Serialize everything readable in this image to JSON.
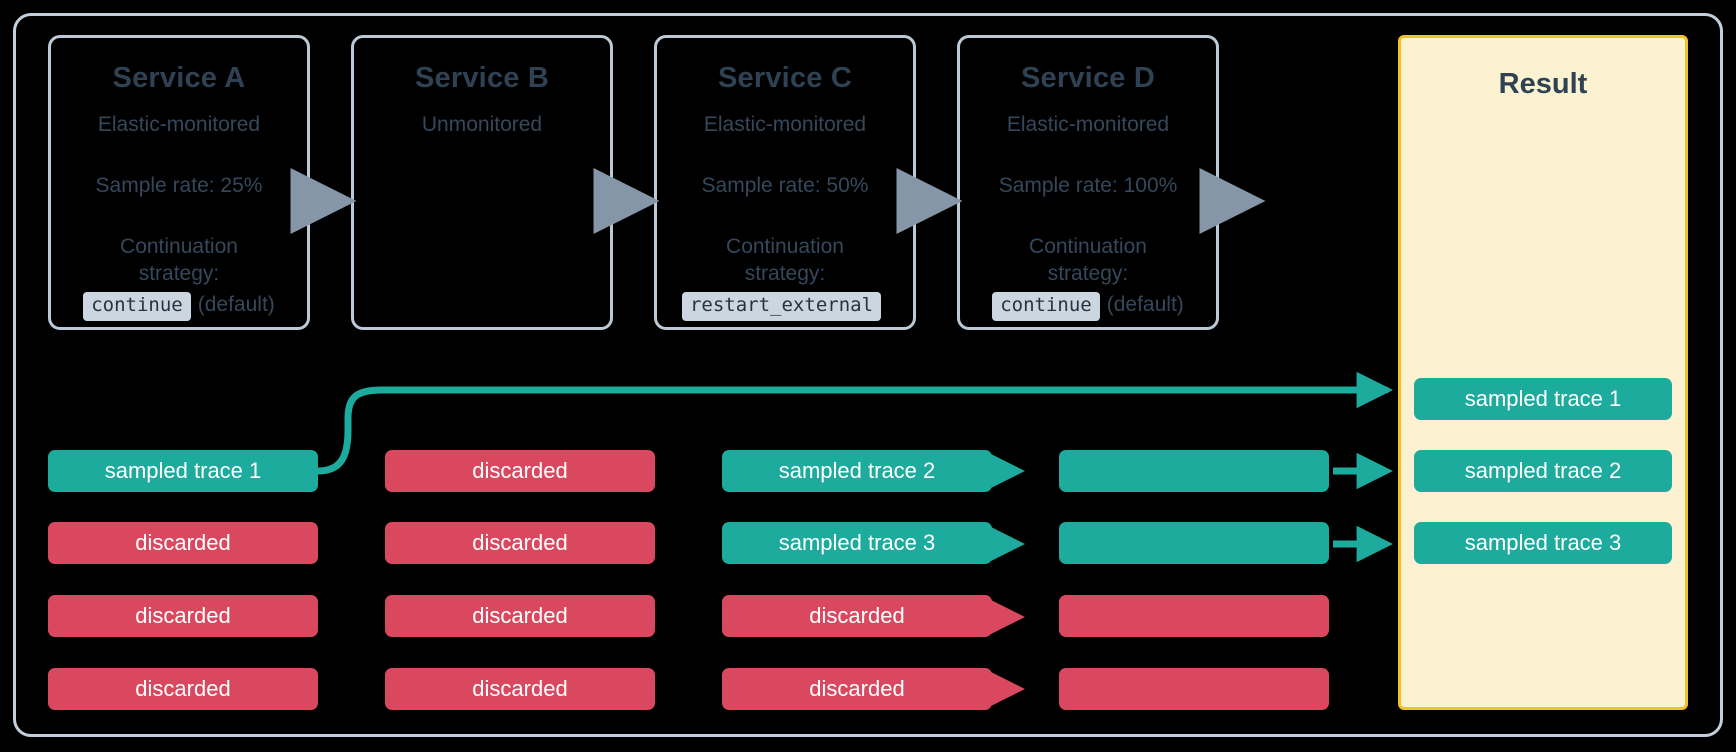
{
  "diagram": {
    "title_hidden": "",
    "colors": {
      "background": "#000000",
      "frame_border": "#c3cfdb",
      "card_border": "#bcc9d6",
      "text_dark": "#2f4254",
      "text_body": "#35485b",
      "sampled_teal": "#1cab9c",
      "discarded_red": "#d9485f",
      "result_bg": "#fcf1d0",
      "result_border": "#f5c128",
      "gray_arrow": "#8496a8",
      "code_badge_bg": "#ccd6e0"
    }
  },
  "services": [
    {
      "name": "Service A",
      "monitoring": "Elastic-monitored",
      "sample_rate": "Sample rate: 25%",
      "strategy_label_line1": "Continuation",
      "strategy_label_line2": "strategy:",
      "strategy_code": "continue",
      "strategy_note": "(default)"
    },
    {
      "name": "Service B",
      "monitoring": "Unmonitored",
      "sample_rate": "",
      "strategy_label_line1": "",
      "strategy_label_line2": "",
      "strategy_code": "",
      "strategy_note": ""
    },
    {
      "name": "Service C",
      "monitoring": "Elastic-monitored",
      "sample_rate": "Sample rate: 50%",
      "strategy_label_line1": "Continuation",
      "strategy_label_line2": "strategy:",
      "strategy_code": "restart_external",
      "strategy_note": ""
    },
    {
      "name": "Service D",
      "monitoring": "Elastic-monitored",
      "sample_rate": "Sample rate: 100%",
      "strategy_label_line1": "Continuation",
      "strategy_label_line2": "strategy:",
      "strategy_code": "continue",
      "strategy_note": "(default)"
    }
  ],
  "result": {
    "title": "Result",
    "traces": [
      {
        "label": "sampled trace 1",
        "status": "sampled"
      },
      {
        "label": "sampled trace 2",
        "status": "sampled"
      },
      {
        "label": "sampled trace 3",
        "status": "sampled"
      }
    ]
  },
  "columns": [
    {
      "service": "Service A",
      "rows": [
        {
          "label": "sampled trace 1",
          "status": "sampled"
        },
        {
          "label": "discarded",
          "status": "discarded"
        },
        {
          "label": "discarded",
          "status": "discarded"
        },
        {
          "label": "discarded",
          "status": "discarded"
        }
      ]
    },
    {
      "service": "Service B",
      "rows": [
        {
          "label": "discarded",
          "status": "discarded"
        },
        {
          "label": "discarded",
          "status": "discarded"
        },
        {
          "label": "discarded",
          "status": "discarded"
        },
        {
          "label": "discarded",
          "status": "discarded"
        }
      ]
    },
    {
      "service": "Service C",
      "rows": [
        {
          "label": "sampled trace 2",
          "status": "sampled"
        },
        {
          "label": "sampled trace 3",
          "status": "sampled"
        },
        {
          "label": "discarded",
          "status": "discarded"
        },
        {
          "label": "discarded",
          "status": "discarded"
        }
      ]
    },
    {
      "service": "Service D",
      "rows": [
        {
          "label": "",
          "status": "sampled"
        },
        {
          "label": "",
          "status": "sampled"
        },
        {
          "label": "",
          "status": "discarded"
        },
        {
          "label": "",
          "status": "discarded"
        }
      ]
    }
  ],
  "flow_arrows": {
    "service_chain_count": 4,
    "c_to_d_arrow_colors": [
      "sampled",
      "sampled",
      "discarded",
      "discarded"
    ],
    "d_to_result_arrow_colors": [
      "sampled",
      "sampled"
    ]
  }
}
